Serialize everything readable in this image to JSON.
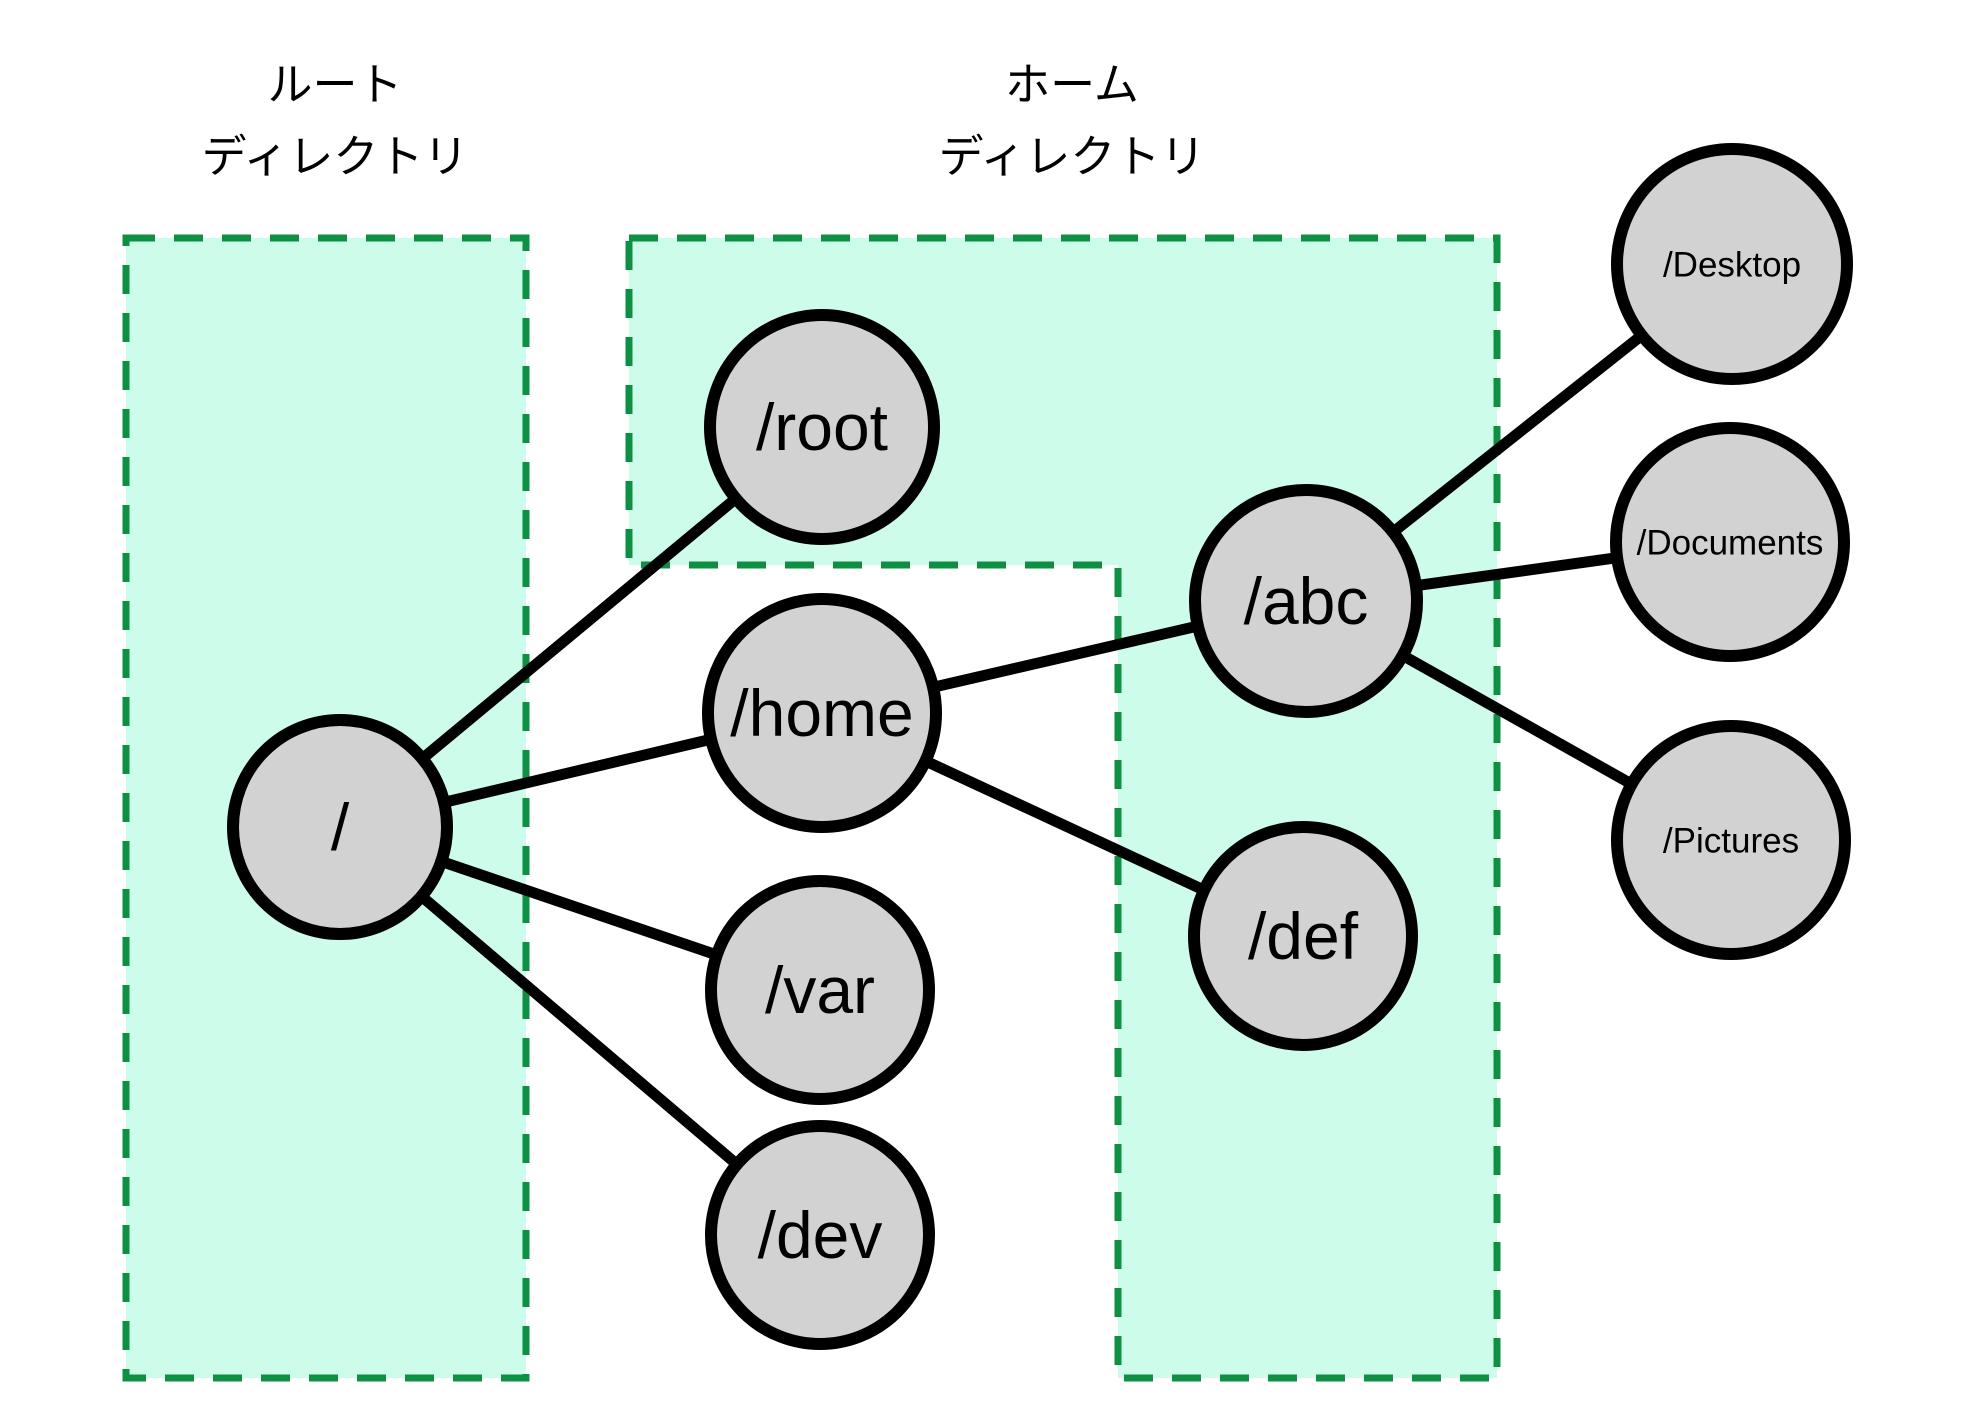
{
  "labels": {
    "root_region": {
      "line1": "ルート",
      "line2": "ディレクトリ"
    },
    "home_region": {
      "line1": "ホーム",
      "line2": "ディレクトリ"
    }
  },
  "nodes": {
    "slash": {
      "label": "/"
    },
    "root": {
      "label": "/root"
    },
    "home": {
      "label": "/home"
    },
    "var": {
      "label": "/var"
    },
    "dev": {
      "label": "/dev"
    },
    "abc": {
      "label": "/abc"
    },
    "def": {
      "label": "/def"
    },
    "desktop": {
      "label": "/Desktop"
    },
    "documents": {
      "label": "/Documents"
    },
    "pictures": {
      "label": "/Pictures"
    }
  },
  "edges": [
    [
      "/",
      "/root"
    ],
    [
      "/",
      "/home"
    ],
    [
      "/",
      "/var"
    ],
    [
      "/",
      "/dev"
    ],
    [
      "/home",
      "/abc"
    ],
    [
      "/home",
      "/def"
    ],
    [
      "/abc",
      "/Desktop"
    ],
    [
      "/abc",
      "/Documents"
    ],
    [
      "/abc",
      "/Pictures"
    ]
  ],
  "colors": {
    "background": "#ffffff",
    "region_fill": "#cdfcea",
    "region_border": "#0e9044",
    "node_fill": "#d2d2d2",
    "node_border": "#000000",
    "edge": "#000000",
    "text": "#000000"
  }
}
